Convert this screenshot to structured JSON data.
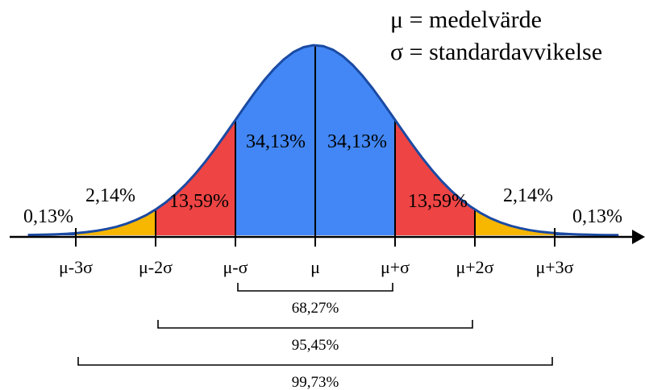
{
  "legend": {
    "mean": "μ = medelvärde",
    "sd": "σ = standardavvikelse"
  },
  "colors": {
    "center": "#4287f5",
    "second": "#ee4444",
    "third": "#f7b600",
    "tail": "#1c4a9c",
    "curve": "#1a4aa3",
    "line": "#000000"
  },
  "chart_data": {
    "type": "area",
    "distribution": "normal",
    "x_range_sd": [
      -3.6,
      3.8
    ],
    "ticks": [
      {
        "sd": -3,
        "label": "μ-3σ"
      },
      {
        "sd": -2,
        "label": "μ-2σ"
      },
      {
        "sd": -1,
        "label": "μ-σ"
      },
      {
        "sd": 0,
        "label": "μ"
      },
      {
        "sd": 1,
        "label": "μ+σ"
      },
      {
        "sd": 2,
        "label": "μ+2σ"
      },
      {
        "sd": 3,
        "label": "μ+3σ"
      }
    ],
    "regions": [
      {
        "from": -3.6,
        "to": -3,
        "label": "0,13%",
        "color": "tail"
      },
      {
        "from": -3,
        "to": -2,
        "label": "2,14%",
        "color": "third"
      },
      {
        "from": -2,
        "to": -1,
        "label": "13,59%",
        "color": "second"
      },
      {
        "from": -1,
        "to": 0,
        "label": "34,13%",
        "color": "center"
      },
      {
        "from": 0,
        "to": 1,
        "label": "34,13%",
        "color": "center"
      },
      {
        "from": 1,
        "to": 2,
        "label": "13,59%",
        "color": "second"
      },
      {
        "from": 2,
        "to": 3,
        "label": "2,14%",
        "color": "third"
      },
      {
        "from": 3,
        "to": 3.8,
        "label": "0,13%",
        "color": "tail"
      }
    ],
    "spans": [
      {
        "from": -1,
        "to": 1,
        "label": "68,27%"
      },
      {
        "from": -2,
        "to": 2,
        "label": "95,45%"
      },
      {
        "from": -3,
        "to": 3,
        "label": "99,73%"
      }
    ]
  }
}
